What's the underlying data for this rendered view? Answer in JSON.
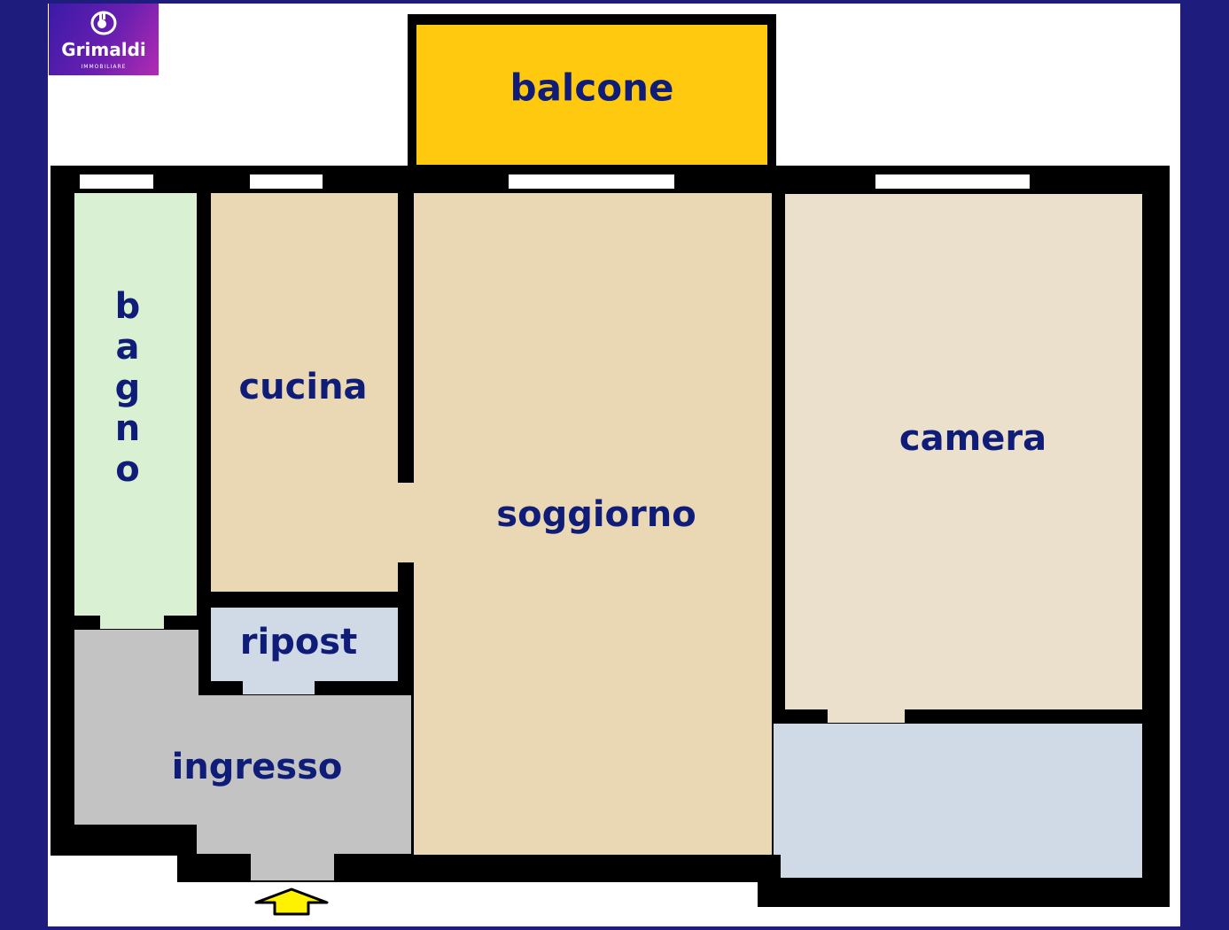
{
  "brand": {
    "name": "Grimaldi",
    "subtitle": "IMMOBILIARE",
    "icon": "ok-hand-icon"
  },
  "colors": {
    "frame": "#1e1c7c",
    "background": "#ffffff",
    "wall": "#000000",
    "label_text": "#0f1d78",
    "balcone": "#fec90f",
    "bagno": "#d9f0d3",
    "cucina": "#ead7b3",
    "soggiorno": "#ead7b3",
    "camera": "#ebe0cb",
    "ripost": "#d0dae6",
    "ingresso": "#c3c3c3",
    "terrace_unlabeled": "#d0dae6",
    "entrance_arrow": "#fff200"
  },
  "rooms": {
    "balcone": "balcone",
    "bagno": "bagno",
    "cucina": "cucina",
    "soggiorno": "soggiorno",
    "camera": "camera",
    "ripost": "ripost",
    "ingresso": "ingresso"
  },
  "entrance": {
    "icon": "up-arrow-icon"
  }
}
